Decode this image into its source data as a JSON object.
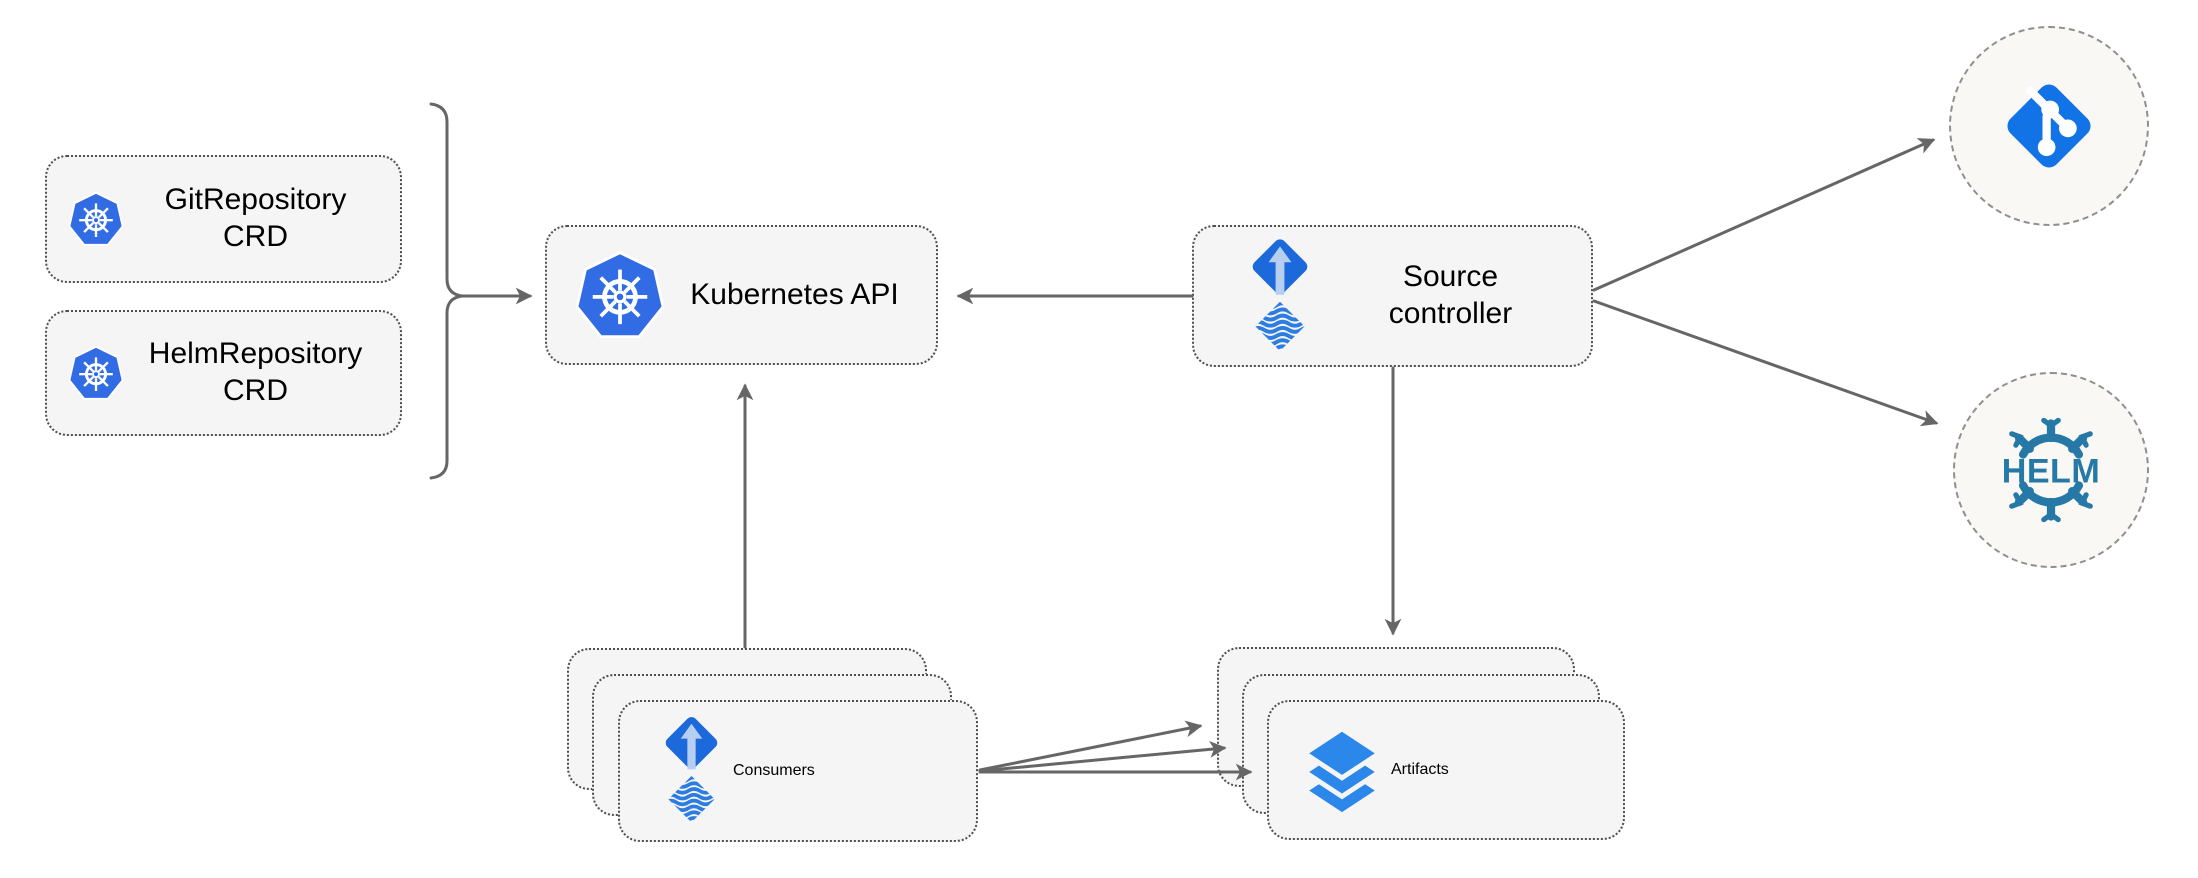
{
  "diagram_type": "architecture-flow-diagram",
  "colors": {
    "kubernetes_blue": "#326ce5",
    "flux_diamond_blue": "#1b69db",
    "flux_arrow_light_blue": "#b6cff1",
    "flux_wave_blue": "#2d7ce0",
    "git_blue": "#1273e6",
    "helm_teal": "#2679a6",
    "artifacts_blue": "#2b87ea",
    "edge_gray": "#666666",
    "node_fill": "#f5f5f5",
    "node_border": "#4f4f4f",
    "endpoint_fill": "#f9f8f4",
    "endpoint_border": "#8f8f8f"
  },
  "nodes": {
    "git_crd": {
      "label": "GitRepository\nCRD",
      "icon": "kubernetes-icon"
    },
    "helm_crd": {
      "label": "HelmRepository\nCRD",
      "icon": "kubernetes-icon"
    },
    "kubernetes_api": {
      "label": "Kubernetes API",
      "icon": "kubernetes-icon"
    },
    "source_controller": {
      "label": "Source\ncontroller",
      "icon": "flux-source-controller-icon"
    },
    "consumers": {
      "label": "Consumers",
      "icon": "flux-source-controller-icon",
      "stacked": 3
    },
    "artifacts": {
      "label": "Artifacts",
      "icon": "layers-icon",
      "stacked": 3
    },
    "git_endpoint": {
      "label": "",
      "icon": "git-icon",
      "shape": "dashed-circle"
    },
    "helm_endpoint": {
      "label": "HELM",
      "icon": "helm-icon",
      "shape": "dashed-circle"
    }
  },
  "edges": [
    {
      "from": "git_crd + helm_crd",
      "to": "kubernetes_api",
      "style": "brace-then-arrow"
    },
    {
      "from": "source_controller",
      "to": "kubernetes_api",
      "style": "arrow"
    },
    {
      "from": "consumers",
      "to": "kubernetes_api",
      "style": "arrow"
    },
    {
      "from": "source_controller",
      "to": "artifacts",
      "style": "arrow"
    },
    {
      "from": "source_controller",
      "to": "git_endpoint",
      "style": "arrow"
    },
    {
      "from": "source_controller",
      "to": "helm_endpoint",
      "style": "arrow"
    },
    {
      "from": "consumers",
      "to": "artifacts",
      "style": "arrow",
      "count": 3
    }
  ]
}
